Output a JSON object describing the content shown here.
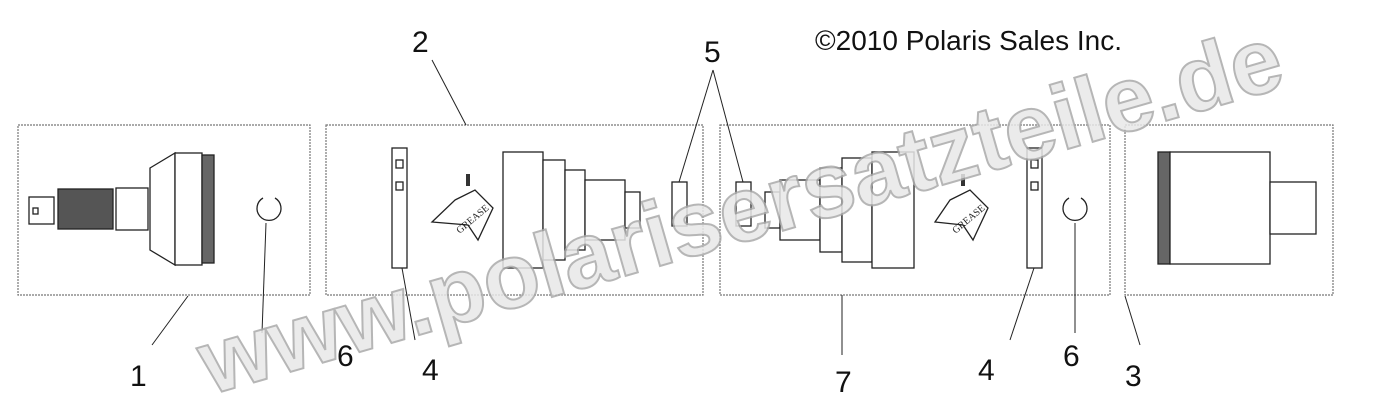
{
  "copyright": "©2010 Polaris Sales Inc.",
  "watermark": "www.polarisersatzteile.de",
  "grease_label": "GREASE",
  "callouts": [
    "1",
    "2",
    "3",
    "4",
    "4",
    "5",
    "6",
    "6",
    "7"
  ]
}
